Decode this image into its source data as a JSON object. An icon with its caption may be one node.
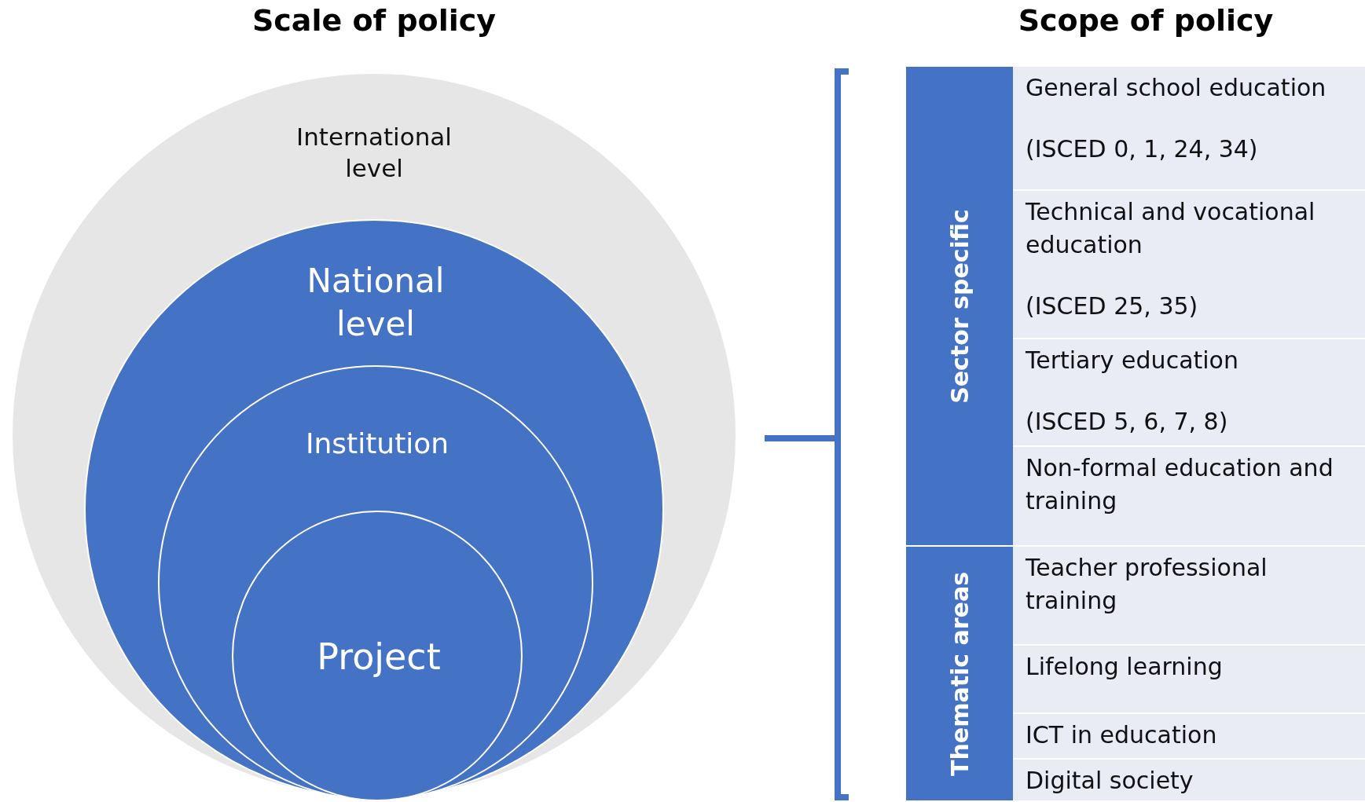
{
  "diagram": {
    "nodes": [
      {
        "text": [
          "International level"
        ]
      },
      {
        "text": [
          "National level"
        ],
        "in": 0
      },
      {
        "text": [
          "Institution"
        ],
        "in": 1
      },
      {
        "text": [
          "Project"
        ],
        "in": 2
      },
      {
        "text": [
          "Sector specific"
        ]
      },
      {
        "text": [
          "General school education",
          "(ISCED 0, 1, 24, 34)"
        ]
      },
      {
        "text": [
          "Technical and vocational education",
          "(ISCED 25, 35)"
        ]
      },
      {
        "text": [
          "Tertiary education",
          "(ISCED 5, 6, 7, 8)"
        ]
      },
      {
        "text": [
          "Non-formal education and training"
        ]
      },
      {
        "text": [
          "Thematic areas"
        ]
      },
      {
        "text": [
          "Teacher professional training"
        ]
      },
      {
        "text": [
          "Lifelong learning"
        ]
      },
      {
        "text": [
          "ICT in education"
        ]
      },
      {
        "text": [
          "Digital society"
        ]
      }
    ],
    "labels": [
      "Scale of policy",
      "Scope of policy"
    ]
  }
}
